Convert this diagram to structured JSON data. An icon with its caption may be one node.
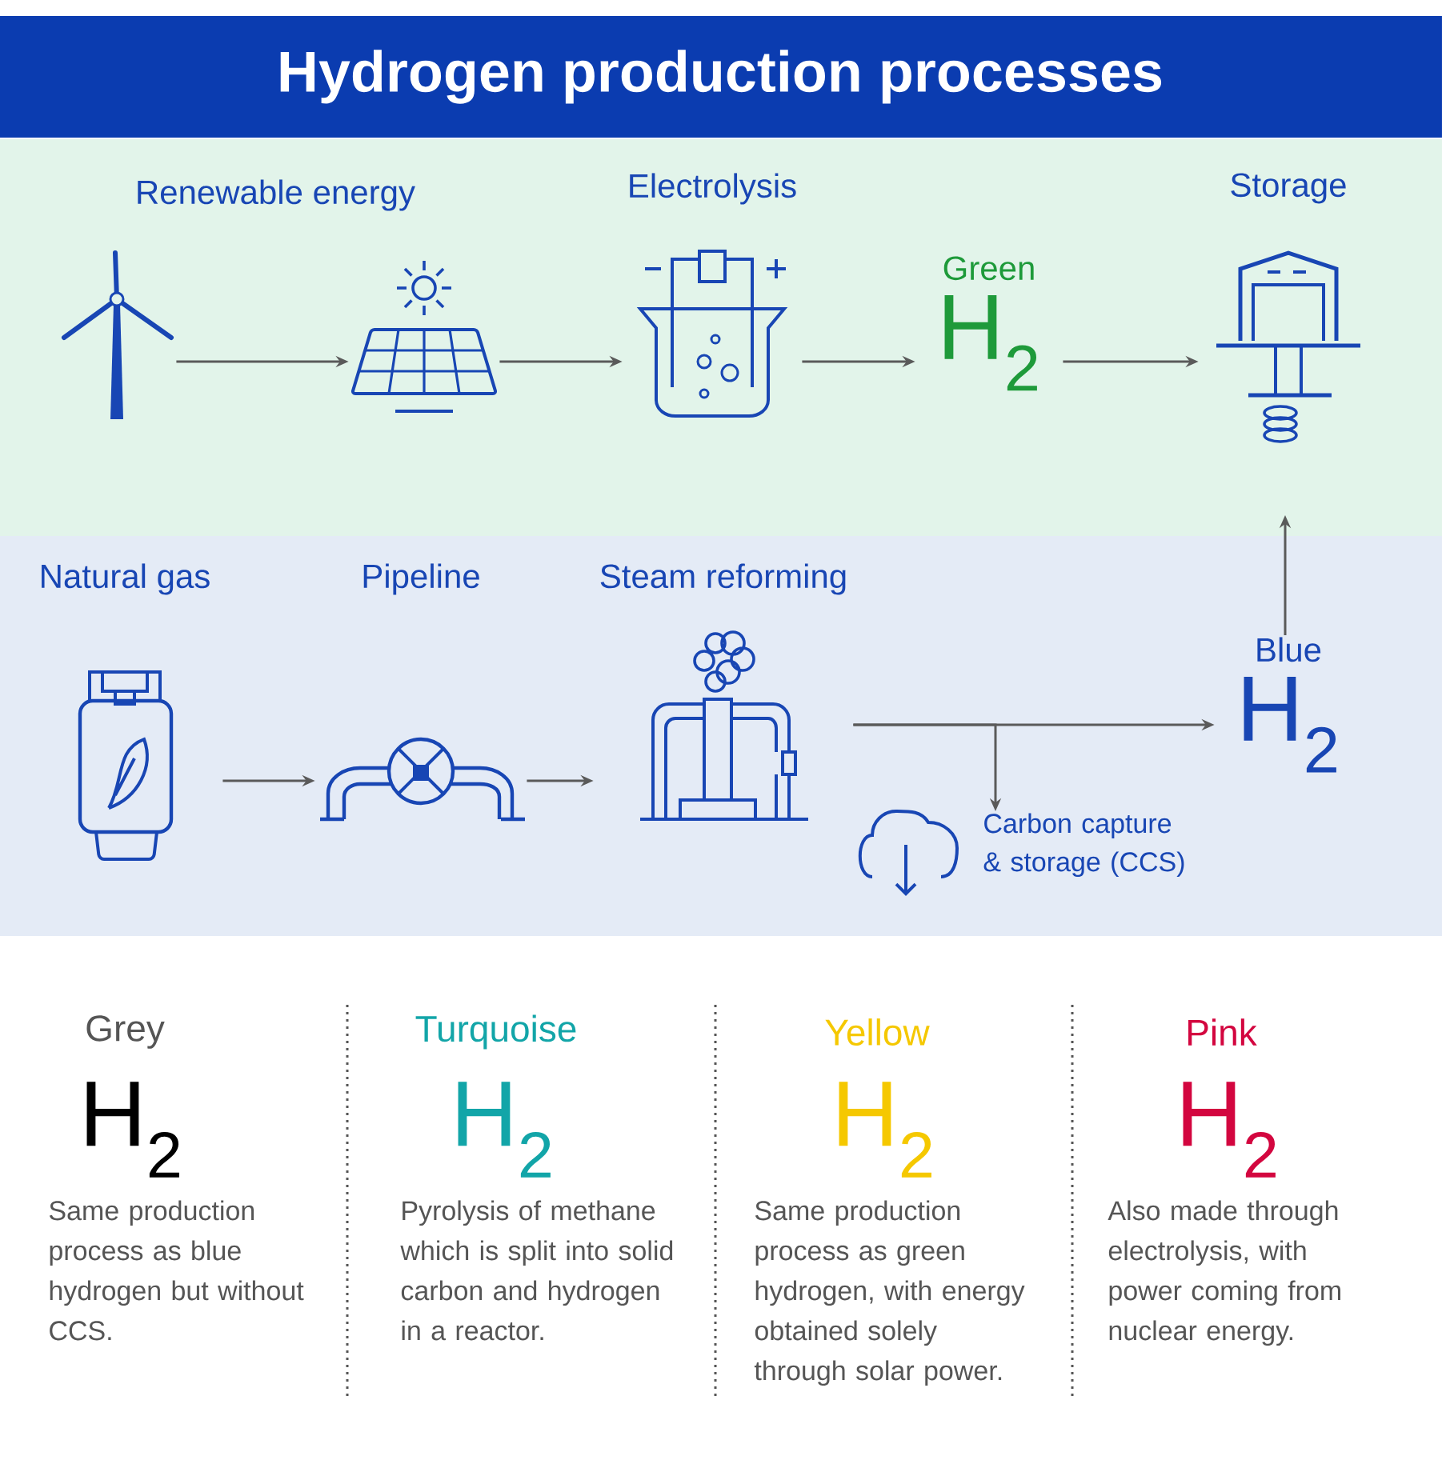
{
  "diagram": {
    "title": "Hydrogen production processes",
    "nodes": [
      {
        "text": [],
        "shape": "picture"
      },
      {
        "text": [],
        "shape": "picture"
      },
      {
        "text": [
          "Electrolysis"
        ]
      },
      {
        "text": [
          "Green",
          "H$_{2}$"
        ]
      },
      {
        "text": [
          "Storage"
        ]
      },
      {
        "text": [
          "Natural gas"
        ]
      },
      {
        "text": [
          "Pipeline"
        ]
      },
      {
        "text": [
          "Steam reforming"
        ]
      },
      {
        "text": [
          "Blue",
          "H$_{2}$"
        ]
      },
      {
        "text": [
          "Carbon capture & storage (CCS)"
        ]
      }
    ],
    "edges": [
      {
        "from": 0,
        "to": 1,
        "arrow": "to"
      },
      {
        "from": 1,
        "to": 2,
        "arrow": "to"
      },
      {
        "from": 2,
        "to": 3,
        "arrow": "to"
      },
      {
        "from": 3,
        "to": 4,
        "arrow": "to"
      },
      {
        "from": 5,
        "to": 6,
        "arrow": "to"
      },
      {
        "from": 6,
        "to": 7,
        "arrow": "to"
      },
      {
        "from": 7,
        "to": 8,
        "arrow": "to"
      },
      {
        "from": 7,
        "to": 9,
        "arrow": "to"
      },
      {
        "from": 8,
        "to": 4,
        "arrow": "to"
      }
    ],
    "labels": [
      "Renewable energy",
      "Grey",
      "H$_{2}$",
      "Same production process as blue hydrogen but without CCS.",
      "Turquoise",
      "H$_{2}$",
      "Pyrolysis of methane which is split into solid carbon and hydrogen in a reactor.",
      "Yellow",
      "H$_{2}$",
      "Same production process as green hydrogen, with energy obtained solely through solar power.",
      "Pink",
      "H$_{2}$",
      "Also made through electrolysis, with power coming from nuclear energy."
    ]
  }
}
